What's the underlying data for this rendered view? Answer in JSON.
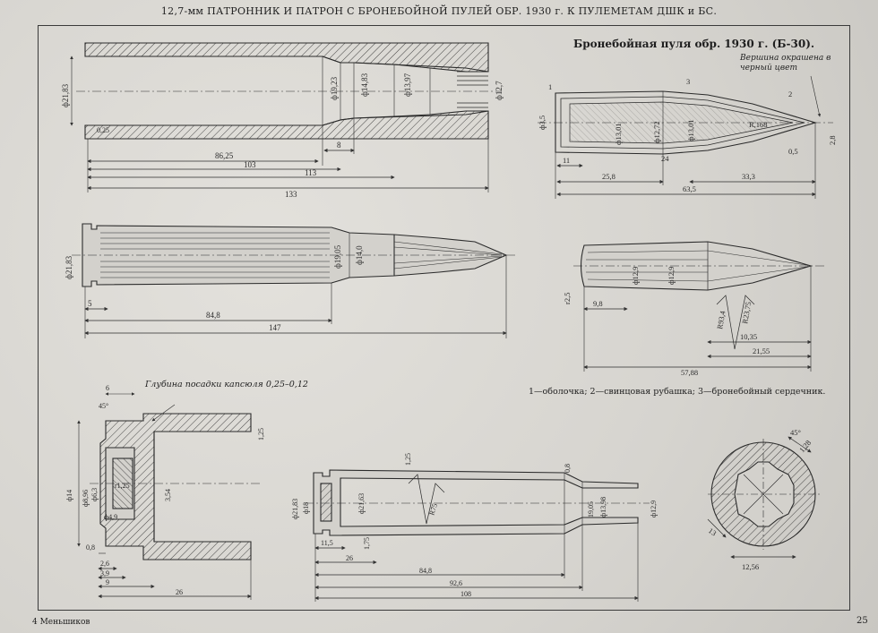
{
  "title": "12,7-мм ПАТРОННИК И ПАТРОН С БРОНЕБОЙНОЙ ПУЛЕЙ ОБР. 1930 г. К ПУЛЕМЕТАМ ДШК и БС.",
  "bullet_title": "Бронебойная пуля обр. 1930 г. (Б-30).",
  "tip_note": "Вершина окрашена в черный цвет",
  "depth_note": "Глубина посадки капсюля 0,25–0,12",
  "legend": "1—оболочка; 2—свинцовая рубашка; 3—бронебойный сердечник.",
  "footer_left": "4 Меньшиков",
  "page_number": "25",
  "chamber_dims": {
    "d_base": "ф21,83",
    "d_shoulder": "ф19,23",
    "d_neck": "ф14,83",
    "d_neck2": "ф13,97",
    "d_bore": "ф12,7",
    "len1": "86,25",
    "len2": "103",
    "len3": "113",
    "len4": "133",
    "len_shoulder": "8",
    "chamfer": "0,25"
  },
  "cartridge_dims": {
    "d_base": "ф21,83",
    "d_shoulder": "ф19,05",
    "d_neck": "ф14,0",
    "len_case": "84,8",
    "len_total": "147",
    "len_rim": "5"
  },
  "bullet_dims": {
    "d_body": "ф13,01",
    "d_core": "ф12,72",
    "d_front": "ф13,01",
    "d_base": "ф3,5",
    "len_a": "11",
    "len_b": "25,8",
    "len_c": "63,5",
    "len_d": "33,3",
    "len_e": "24",
    "r_ogive": "R,168",
    "tip": "0,5",
    "tip2": "2,8",
    "labels": [
      "1",
      "2",
      "3"
    ]
  },
  "bullet2_dims": {
    "d_1": "ф12,9",
    "d_2": "ф12,9",
    "len_a": "9,8",
    "r_a": "R93,4",
    "r_b": "R23,75",
    "len_b": "10,35",
    "len_c": "21,55",
    "len_d": "57,88",
    "r_base": "r2,5"
  },
  "primer_dims": {
    "top": "6",
    "angle": "45°",
    "d_1": "ф14",
    "d_2": "ф8,96",
    "d_3": "ф6,3",
    "d_4": "ф4,9",
    "r_1": "r1,25",
    "len_a": "3,54",
    "len_b": "0,8",
    "len_c": "2,6",
    "len_d": "3,9",
    "len_e": "9",
    "len_f": "26",
    "h": "1,25"
  },
  "case_dims": {
    "d_1": "ф21,83",
    "d_2": "ф18",
    "d_3": "ф21,63",
    "d_4": "ф13,98",
    "d_5": "ф12,9",
    "d_6": "19,05",
    "r_1": "R75",
    "len_a": "11,5",
    "len_b": "26",
    "len_c": "84,8",
    "len_d": "92,6",
    "len_e": "108",
    "h_1": "1,25",
    "h_2": "0,8",
    "h_3": "1,75"
  },
  "section_dims": {
    "angle": "45°",
    "r_1": "1,28",
    "d_1": "12,56",
    "d_2": "13"
  }
}
